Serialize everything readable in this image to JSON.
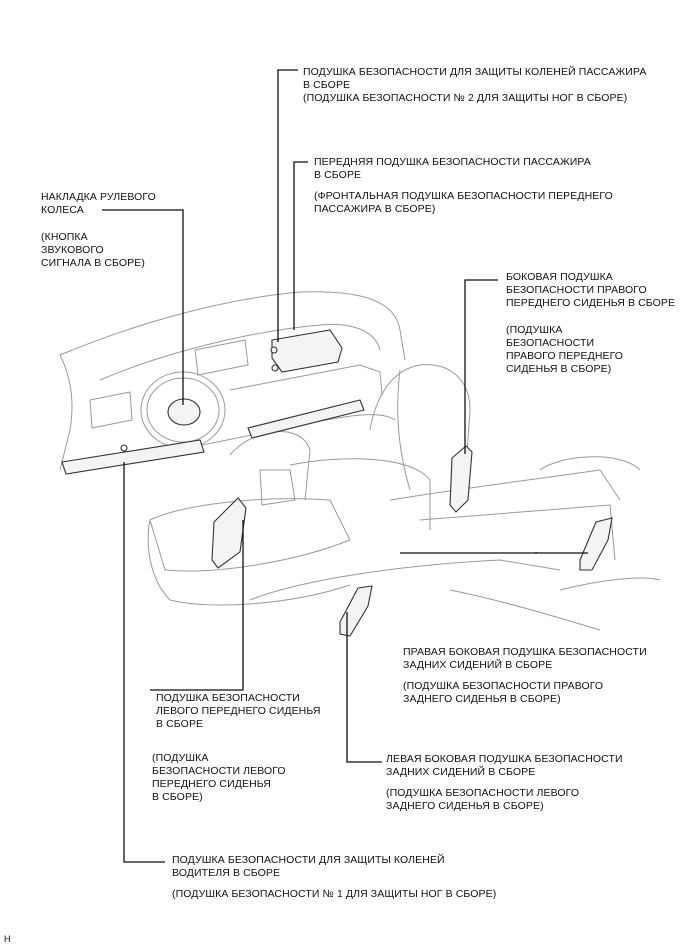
{
  "labels": {
    "passenger_knee": {
      "line1": "ПОДУШКА БЕЗОПАСНОСТИ ДЛЯ ЗАЩИТЫ КОЛЕНЕЙ ПАССАЖИРА",
      "line2": "В СБОРЕ",
      "line3": "(ПОДУШКА БЕЗОПАСНОСТИ № 2 ДЛЯ ЗАЩИТЫ НОГ В СБОРЕ)"
    },
    "front_passenger": {
      "line1": "ПЕРЕДНЯЯ ПОДУШКА БЕЗОПАСНОСТИ ПАССАЖИРА",
      "line2": "В СБОРЕ",
      "line3": "(ФРОНТАЛЬНАЯ ПОДУШКА БЕЗОПАСНОСТИ ПЕРЕДНЕГО",
      "line4": "ПАССАЖИРА В СБОРЕ)"
    },
    "steering_pad": {
      "line1": "НАКЛАДКА РУЛЕВОГО",
      "line2": "КОЛЕСА",
      "line3": "(КНОПКА",
      "line4": "ЗВУКОВОГО",
      "line5": "СИГНАЛА В СБОРЕ)"
    },
    "right_front_seat": {
      "line1": "БОКОВАЯ ПОДУШКА",
      "line2": "БЕЗОПАСНОСТИ ПРАВОГО",
      "line3": "ПЕРЕДНЕГО СИДЕНЬЯ В СБОРЕ",
      "line4": "(ПОДУШКА",
      "line5": "БЕЗОПАСНОСТИ",
      "line6": "ПРАВОГО ПЕРЕДНЕГО",
      "line7": "СИДЕНЬЯ В СБОРЕ)"
    },
    "right_rear_side": {
      "line1": "ПРАВАЯ БОКОВАЯ ПОДУШКА БЕЗОПАСНОСТИ",
      "line2": "ЗАДНИХ СИДЕНИЙ В СБОРЕ",
      "line3": "(ПОДУШКА БЕЗОПАСНОСТИ ПРАВОГО",
      "line4": "ЗАДНЕГО СИДЕНЬЯ В СБОРЕ)"
    },
    "left_front_seat": {
      "line1": "ПОДУШКА БЕЗОПАСНОСТИ",
      "line2": "ЛЕВОГО ПЕРЕДНЕГО СИДЕНЬЯ",
      "line3": "В СБОРЕ",
      "line4": "(ПОДУШКА",
      "line5": "БЕЗОПАСНОСТИ ЛЕВОГО",
      "line6": "ПЕРЕДНЕГО СИДЕНЬЯ",
      "line7": "В СБОРЕ)"
    },
    "left_rear_side": {
      "line1": "ЛЕВАЯ БОКОВАЯ ПОДУШКА БЕЗОПАСНОСТИ",
      "line2": "ЗАДНИХ СИДЕНИЙ В СБОРЕ",
      "line3": "(ПОДУШКА БЕЗОПАСНОСТИ ЛЕВОГО",
      "line4": "ЗАДНЕГО СИДЕНЬЯ В СБОРЕ)"
    },
    "driver_knee": {
      "line1": "ПОДУШКА БЕЗОПАСНОСТИ ДЛЯ ЗАЩИТЫ КОЛЕНЕЙ",
      "line2": "ВОДИТЕЛЯ В СБОРЕ",
      "line3": "(ПОДУШКА БЕЗОПАСНОСТИ № 1 ДЛЯ ЗАЩИТЫ НОГ В СБОРЕ)"
    }
  },
  "figure_code": "H"
}
